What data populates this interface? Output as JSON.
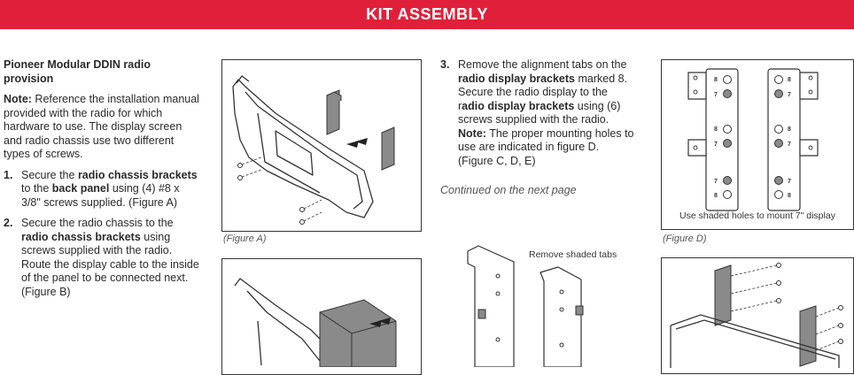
{
  "banner": {
    "title": "KIT ASSEMBLY"
  },
  "left": {
    "heading": "Pioneer Modular DDIN radio provision",
    "note_label": "Note:",
    "note_text": " Reference the installation manual provided with the radio for which hardware to use. The display screen and radio chassis use two different types of screws.",
    "step1": {
      "num": "1.",
      "t1": "Secure the ",
      "b1": "radio chassis brackets",
      "t2": " to the ",
      "b2": "back panel",
      "t3": " using (4) #8 x 3/8\" screws supplied. (Figure A)"
    },
    "step2": {
      "num": "2.",
      "t1": "Secure the radio chassis to the ",
      "b1": "radio chassis brackets",
      "t2": " using screws supplied with the radio. Route the display cable to the inside of the panel to be connected next. (Figure B)"
    }
  },
  "right": {
    "step3": {
      "num": "3.",
      "t1": "Remove the alignment tabs on the ",
      "b1": "radio display brackets",
      "t2": " marked 8. Secure the radio display to the r",
      "b2": "adio display brackets",
      "t3": " using (6) screws supplied with the radio. ",
      "b3": "Note:",
      "t4": " The proper mounting holes to use are indicated in figure D. (Figure C, D, E)"
    },
    "continued": "Continued on the next page"
  },
  "figures": {
    "a_caption": "(Figure A)",
    "d_caption": "(Figure D)",
    "c_label": "Remove shaded tabs",
    "d_label": "Use shaded holes to mount 7\" display",
    "d_marks": [
      "8",
      "7",
      "8",
      "7",
      "7",
      "8",
      "8",
      "7",
      "8",
      "7",
      "7",
      "8"
    ]
  }
}
